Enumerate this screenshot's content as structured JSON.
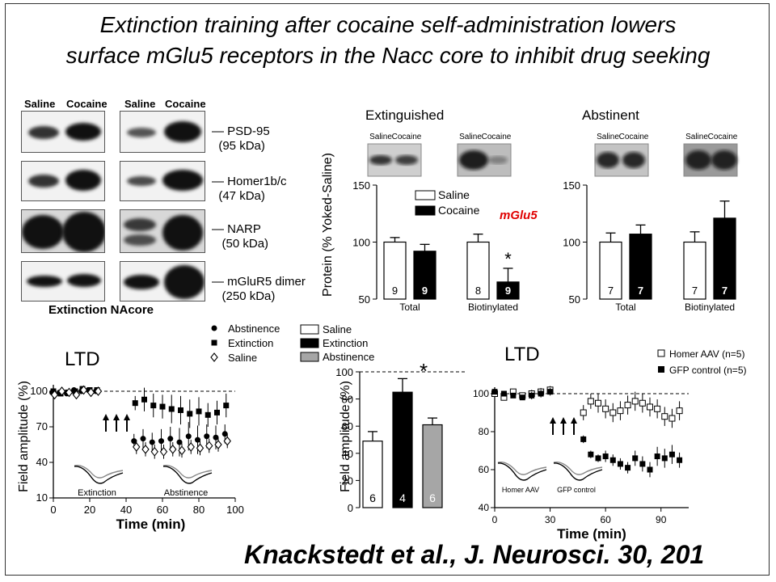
{
  "title": {
    "line1": "Extinction training after cocaine self-administration lowers",
    "line2": "surface mGlu5 receptors in the Nacc core to inhibit drug seeking"
  },
  "citation": "Knackstedt et al., J. Neurosci. 30, 201",
  "blots": {
    "saline_label": "Saline",
    "cocaine_label": "Cocaine",
    "proteins": [
      {
        "name": "PSD-95",
        "kda": "(95 kDa)"
      },
      {
        "name": "Homer1b/c",
        "kda": "(47 kDa)"
      },
      {
        "name": "NARP",
        "kda": "(50 kDa)"
      },
      {
        "name": "mGluR5 dimer",
        "kda": "(250 kDa)"
      }
    ],
    "caption": "Extinction NAcore"
  },
  "colors": {
    "saline": "#ffffff",
    "cocaine": "#000000",
    "abstinence": "#a6a6a6",
    "mglu5_label": "#e00000"
  },
  "chart_data": [
    {
      "type": "bar",
      "title": "Extinguished",
      "ylabel": "Protein (% Yoked-Saline)",
      "ylim": [
        50,
        150
      ],
      "yticks": [
        50,
        100,
        150
      ],
      "categories": [
        "Total",
        "Biotinylated"
      ],
      "legend": [
        "Saline",
        "Cocaine"
      ],
      "annotation": "mGlu5",
      "blot_labels": [
        "Saline",
        "Cocaine"
      ],
      "series": [
        {
          "name": "Saline",
          "values": [
            100,
            100
          ],
          "errors": [
            4,
            7
          ],
          "n": [
            "9",
            "8"
          ]
        },
        {
          "name": "Cocaine",
          "values": [
            92,
            65
          ],
          "errors": [
            6,
            12
          ],
          "n": [
            "9",
            "9"
          ]
        }
      ],
      "significance": [
        "",
        "*"
      ]
    },
    {
      "type": "bar",
      "title": "Abstinent",
      "ylim": [
        50,
        150
      ],
      "yticks": [
        50,
        100,
        150
      ],
      "categories": [
        "Total",
        "Biotinylated"
      ],
      "blot_labels": [
        "Saline",
        "Cocaine"
      ],
      "series": [
        {
          "name": "Saline",
          "values": [
            100,
            100
          ],
          "errors": [
            8,
            9
          ],
          "n": [
            "7",
            "7"
          ]
        },
        {
          "name": "Cocaine",
          "values": [
            107,
            121
          ],
          "errors": [
            8,
            15
          ],
          "n": [
            "7",
            "7"
          ]
        }
      ]
    },
    {
      "type": "scatter",
      "title": "LTD",
      "xlabel": "Time  (min)",
      "ylabel": "Field amplitude (%)",
      "xlim": [
        0,
        100
      ],
      "ylim": [
        10,
        100
      ],
      "xticks": [
        0,
        20,
        40,
        60,
        80,
        100
      ],
      "yticks": [
        10,
        40,
        70,
        100
      ],
      "legend": [
        "Abstinence",
        "Extinction",
        "Saline"
      ],
      "inset_labels": [
        "Extinction",
        "Abstinence"
      ],
      "series": [
        {
          "name": "Abstinence",
          "x": [
            0,
            4,
            8,
            12,
            16,
            20,
            24,
            45,
            50,
            55,
            60,
            65,
            70,
            75,
            80,
            85,
            90,
            95
          ],
          "y": [
            99,
            99,
            98,
            101,
            100,
            101,
            100,
            58,
            60,
            57,
            58,
            60,
            57,
            62,
            59,
            62,
            61,
            64
          ],
          "err": [
            2,
            2,
            2,
            2,
            2,
            2,
            2,
            6,
            8,
            8,
            10,
            10,
            12,
            12,
            12,
            10,
            10,
            8
          ]
        },
        {
          "name": "Extinction",
          "x": [
            0,
            4,
            8,
            12,
            16,
            20,
            24,
            45,
            50,
            55,
            60,
            65,
            70,
            75,
            80,
            85,
            90,
            95
          ],
          "y": [
            100,
            98,
            99,
            100,
            102,
            101,
            101,
            90,
            93,
            88,
            87,
            85,
            84,
            81,
            83,
            80,
            82,
            88
          ],
          "err": [
            2,
            2,
            2,
            2,
            2,
            2,
            2,
            6,
            10,
            10,
            10,
            12,
            12,
            12,
            12,
            10,
            10,
            10
          ]
        },
        {
          "name": "Saline",
          "x": [
            0,
            4,
            8,
            12,
            16,
            20,
            24,
            45,
            50,
            55,
            60,
            65,
            70,
            75,
            80,
            85,
            90,
            95
          ],
          "y": [
            97,
            100,
            99,
            97,
            101,
            99,
            100,
            53,
            51,
            49,
            49,
            51,
            50,
            53,
            52,
            54,
            55,
            58
          ],
          "err": [
            2,
            2,
            2,
            2,
            2,
            2,
            2,
            6,
            6,
            6,
            6,
            6,
            6,
            6,
            6,
            6,
            6,
            6
          ]
        }
      ]
    },
    {
      "type": "bar",
      "ylabel": "Field amplitude (%)",
      "ylim": [
        0,
        100
      ],
      "yticks": [
        0,
        20,
        40,
        60,
        80,
        100
      ],
      "categories": [
        "Saline",
        "Extinction",
        "Abstinence"
      ],
      "legend": [
        "Saline",
        "Extinction",
        "Abstinence"
      ],
      "values": [
        49,
        85,
        61
      ],
      "errors": [
        7,
        10,
        5
      ],
      "n": [
        "6",
        "4",
        "6"
      ],
      "significance": "*"
    },
    {
      "type": "scatter",
      "title": "LTD",
      "xlabel": "Time  (min)",
      "xlim": [
        0,
        105
      ],
      "ylim": [
        40,
        100
      ],
      "xticks": [
        0,
        30,
        60,
        90
      ],
      "yticks": [
        40,
        60,
        80,
        100
      ],
      "legend": [
        "Homer AAV (n=5)",
        "GFP control (n=5)"
      ],
      "inset_labels": [
        "Homer AAV",
        "GFP control"
      ],
      "series": [
        {
          "name": "Homer AAV (n=5)",
          "x": [
            0,
            5,
            10,
            15,
            20,
            25,
            30,
            48,
            52,
            56,
            60,
            64,
            68,
            72,
            76,
            80,
            84,
            88,
            92,
            96,
            100
          ],
          "y": [
            100,
            98,
            101,
            99,
            100,
            101,
            102,
            90,
            96,
            95,
            92,
            90,
            91,
            94,
            96,
            95,
            93,
            92,
            88,
            87,
            91
          ],
          "err": [
            1,
            1,
            1,
            1,
            2,
            2,
            2,
            4,
            4,
            5,
            5,
            5,
            5,
            5,
            5,
            5,
            5,
            5,
            5,
            5,
            5
          ]
        },
        {
          "name": "GFP control (n=5)",
          "x": [
            0,
            5,
            10,
            15,
            20,
            25,
            30,
            48,
            52,
            56,
            60,
            64,
            68,
            72,
            76,
            80,
            84,
            88,
            92,
            96,
            100
          ],
          "y": [
            101,
            100,
            99,
            98,
            99,
            100,
            101,
            76,
            68,
            66,
            67,
            65,
            63,
            61,
            66,
            63,
            60,
            67,
            66,
            68,
            65
          ],
          "err": [
            1,
            1,
            1,
            1,
            2,
            2,
            2,
            2,
            2,
            2,
            3,
            3,
            3,
            3,
            4,
            4,
            4,
            5,
            5,
            5,
            4
          ]
        }
      ]
    }
  ]
}
